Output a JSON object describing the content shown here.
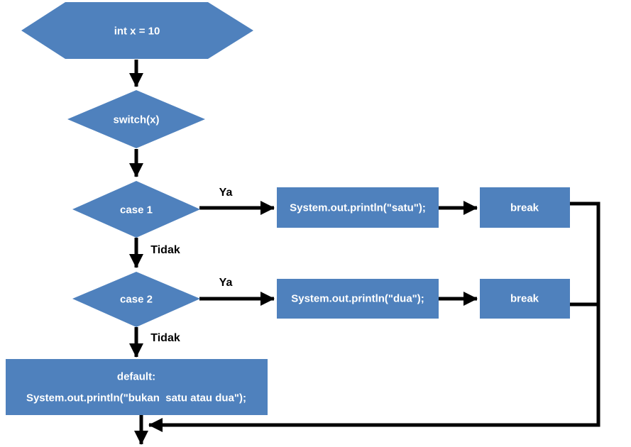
{
  "diagram": {
    "type": "flowchart",
    "description": "Java switch-case flowchart with Indonesian yes/no labels",
    "colors": {
      "node_fill": "#4f81bd",
      "node_text": "#ffffff",
      "edge_line": "#000000",
      "edge_label_text": "#000000",
      "background": "#ffffff"
    },
    "nodes": {
      "init": {
        "shape": "hexagon",
        "label": "int x = 10"
      },
      "switch": {
        "shape": "diamond",
        "label": "switch(x)"
      },
      "case1": {
        "shape": "diamond",
        "label": "case 1"
      },
      "case2": {
        "shape": "diamond",
        "label": "case 2"
      },
      "print_satu": {
        "shape": "rect",
        "label": "System.out.println(\"satu\");"
      },
      "break1": {
        "shape": "rect",
        "label": "break"
      },
      "print_dua": {
        "shape": "rect",
        "label": "System.out.println(\"dua\");"
      },
      "break2": {
        "shape": "rect",
        "label": "break"
      },
      "default": {
        "shape": "rect",
        "label_line1": "default:",
        "label_line2": "System.out.println(\"bukan  satu atau dua\");"
      }
    },
    "edge_labels": {
      "case1_yes": "Ya",
      "case1_no": "Tidak",
      "case2_yes": "Ya",
      "case2_no": "Tidak"
    },
    "edges": [
      "init -> switch",
      "switch -> case1",
      "case1 -Ya-> print_satu",
      "print_satu -> break1",
      "break1 -> exit (right rail)",
      "case1 -Tidak-> case2",
      "case2 -Ya-> print_dua",
      "print_dua -> break2",
      "break2 -> exit (right rail)",
      "case2 -Tidak-> default",
      "default -> exit"
    ]
  }
}
